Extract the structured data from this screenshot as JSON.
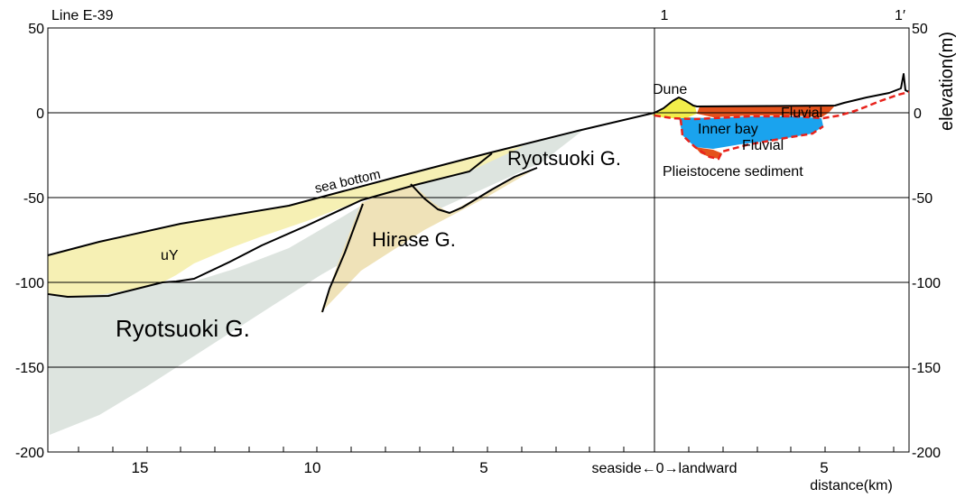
{
  "line_label": "Line E-39",
  "section_marks": {
    "start": "1",
    "end": "1′"
  },
  "axis_right_label": "elevation(m)",
  "axis_bottom_label": "distance(km)",
  "origin_label": "seaside←0→landward",
  "y_ticks": [
    50,
    0,
    -50,
    -100,
    -150,
    -200
  ],
  "x_ticks_seaside": [
    15,
    10,
    5
  ],
  "x_ticks_landward": [
    5
  ],
  "units": {
    "left": "",
    "right": ""
  },
  "units_labels": [
    "Ryotsuoki G.",
    "Ryotsuoki G.",
    "Hirase G.",
    "uY",
    "sea bottom",
    "Dune",
    "Fluvial",
    "Inner bay",
    "Fluvial",
    "Plieistocene sediment"
  ],
  "labels": {
    "ryotsuoki_main": "Ryotsuoki G.",
    "ryotsuoki_upper": "Ryotsuoki G.",
    "hirase": "Hirase G.",
    "uy": "uY",
    "sea_bottom": "sea bottom",
    "dune": "Dune",
    "fluvial_upper": "Fluvial",
    "inner_bay": "Inner bay",
    "fluvial_lower": "Fluvial",
    "pleistocene": "Plieistocene sediment"
  },
  "colors": {
    "uY": "#f6f0b4",
    "ryotsuoki": "#dde4df",
    "hirase": "#efe2b8",
    "dune": "#f2ee4a",
    "fluvial": "#e4521c",
    "inner_bay": "#1aa3ee",
    "pleistocene_boundary": "#e8231c"
  }
}
